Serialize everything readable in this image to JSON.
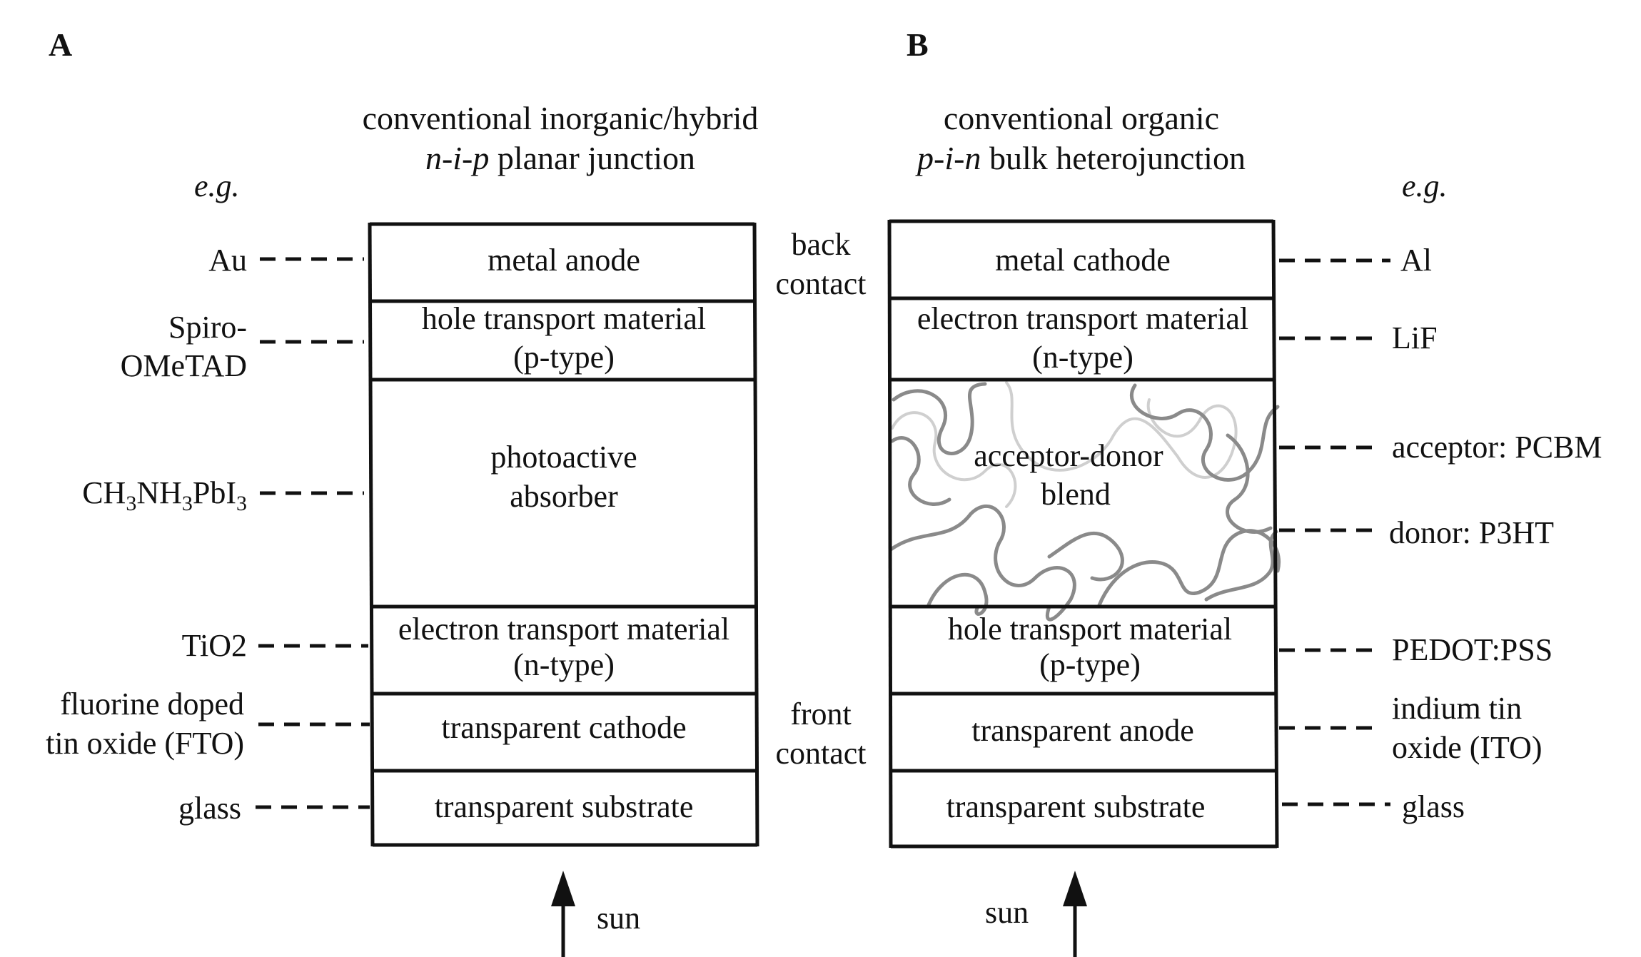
{
  "panel_a": {
    "letter": "A",
    "title_line1": "conventional inorganic/hybrid",
    "title_line2_italic": "n-i-p",
    "title_line2_rest": " planar junction",
    "eg": "e.g.",
    "layers": [
      {
        "label1": "metal anode",
        "label2": ""
      },
      {
        "label1": "hole transport material",
        "label2": "(p-type)"
      },
      {
        "label1": "photoactive",
        "label2": "absorber"
      },
      {
        "label1": "electron transport material",
        "label2": "(n-type)"
      },
      {
        "label1": "transparent cathode",
        "label2": ""
      },
      {
        "label1": "transparent substrate",
        "label2": ""
      }
    ],
    "examples": [
      {
        "line1": "Au",
        "line2": ""
      },
      {
        "line1": "Spiro-",
        "line2": "OMeTAD"
      },
      {
        "line1": "CH3NH3PbI3",
        "line2": ""
      },
      {
        "line1": "TiO2",
        "line2": ""
      },
      {
        "line1": "fluorine doped",
        "line2": "tin oxide (FTO)"
      },
      {
        "line1": "glass",
        "line2": ""
      }
    ],
    "sun": "sun"
  },
  "panel_b": {
    "letter": "B",
    "title_line1": "conventional organic",
    "title_line2_italic": "p-i-n",
    "title_line2_rest": " bulk heterojunction",
    "eg": "e.g.",
    "layers": [
      {
        "label1": "metal cathode",
        "label2": ""
      },
      {
        "label1": "electron transport material",
        "label2": "(n-type)"
      },
      {
        "label1": "acceptor-donor",
        "label2": "blend"
      },
      {
        "label1": "hole transport material",
        "label2": "(p-type)"
      },
      {
        "label1": "transparent anode",
        "label2": ""
      },
      {
        "label1": "transparent substrate",
        "label2": ""
      }
    ],
    "examples": [
      {
        "line1": "Al",
        "line2": ""
      },
      {
        "line1": "LiF",
        "line2": ""
      },
      {
        "line1": "acceptor: PCBM",
        "line2": ""
      },
      {
        "line1": "donor: P3HT",
        "line2": ""
      },
      {
        "line1": "PEDOT:PSS",
        "line2": ""
      },
      {
        "line1": "indium tin",
        "line2": "oxide (ITO)"
      },
      {
        "line1": "glass",
        "line2": ""
      }
    ],
    "sun": "sun"
  },
  "middle": {
    "back_contact_1": "back",
    "back_contact_2": "contact",
    "front_contact_1": "front",
    "front_contact_2": "contact"
  },
  "colors": {
    "ink": "#111111",
    "blend_dark": "#8a8a8a",
    "blend_light": "#cfcfcf"
  }
}
